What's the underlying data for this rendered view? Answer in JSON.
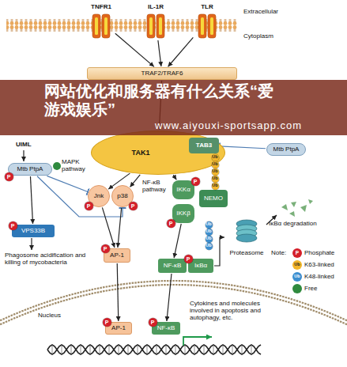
{
  "diagram": {
    "nodes": [
      {
        "text": [
          "TNFR1"
        ]
      },
      {
        "text": [
          "IL-1R"
        ]
      },
      {
        "text": [
          "TLR"
        ]
      },
      {
        "text": [
          "TRAF2/TRAF6"
        ]
      },
      {
        "text": [
          "TAK1"
        ]
      },
      {
        "text": [
          "TAB3"
        ]
      },
      {
        "text": [
          "Mtb PtpA"
        ]
      },
      {
        "text": [
          "Mtb PtpA"
        ]
      },
      {
        "text": [
          "Jnk"
        ]
      },
      {
        "text": [
          "p38"
        ]
      },
      {
        "text": [
          "IKKα"
        ]
      },
      {
        "text": [
          "IKKβ"
        ]
      },
      {
        "text": [
          "NEMO"
        ]
      },
      {
        "text": [
          "VPS33B"
        ]
      },
      {
        "text": [
          "AP-1"
        ]
      },
      {
        "text": [
          "NF-κB"
        ]
      },
      {
        "text": [
          "IκBα"
        ]
      },
      {
        "text": [
          "Proteasome"
        ]
      },
      {
        "text": [
          "AP-1"
        ]
      },
      {
        "text": [
          "NF-κB"
        ]
      }
    ],
    "edges": [
      {
        "from": 0,
        "to": 3,
        "arrow": "to"
      },
      {
        "from": 1,
        "to": 3,
        "arrow": "to"
      },
      {
        "from": 2,
        "to": 3,
        "arrow": "to"
      },
      {
        "from": 3,
        "to": 4,
        "arrow": "to"
      },
      {
        "from": 6,
        "to": 5,
        "arrow": "to"
      },
      {
        "from": 4,
        "to": 8,
        "arrow": "to"
      },
      {
        "from": 4,
        "to": 9,
        "arrow": "to"
      },
      {
        "from": 4,
        "to": 10,
        "arrow": "to"
      },
      {
        "from": 7,
        "to": 8,
        "arrow": "to"
      },
      {
        "from": 7,
        "to": 9,
        "arrow": "to"
      },
      {
        "from": 7,
        "to": 13,
        "arrow": "to"
      },
      {
        "from": 8,
        "to": 14,
        "arrow": "to"
      },
      {
        "from": 9,
        "to": 14,
        "arrow": "to"
      },
      {
        "from": 11,
        "to": 15,
        "arrow": "to"
      },
      {
        "from": 16,
        "to": 17,
        "arrow": "to"
      },
      {
        "from": 14,
        "to": 18,
        "arrow": "to"
      },
      {
        "from": 15,
        "to": 19,
        "arrow": "to"
      }
    ],
    "labels": [
      "Extracellular",
      "Cytoplasm",
      "网站优化和服务器有什么关系“爱游戏娱乐”",
      "www.aiyouxi-sportsapp.com",
      "UIML",
      "MAPK pathway",
      "NF-κB pathway",
      "Phagosome acidification and killing of mycobacteria",
      "IκBα degradation",
      "Nucleus",
      "Cytokines and molecules involved in apoptosis and autophagy, etc.",
      "Note:",
      "P",
      "Ub",
      "Ub",
      "P",
      "P",
      "P",
      "P",
      "P",
      "P",
      "P",
      "P",
      "P",
      "P",
      "Ub",
      "Ub",
      "Ub",
      "Ub",
      "Ub",
      "Ub",
      "Ub",
      "Ub",
      "Ub"
    ],
    "legend": [
      {
        "text": "Phosphate",
        "color": "#d4202a"
      },
      {
        "text": "K63-linked",
        "color": "#f2b52a"
      },
      {
        "text": "K48-linked",
        "color": "#3c8fd0"
      },
      {
        "text": "Free",
        "color": "#2f8a3e"
      }
    ]
  }
}
